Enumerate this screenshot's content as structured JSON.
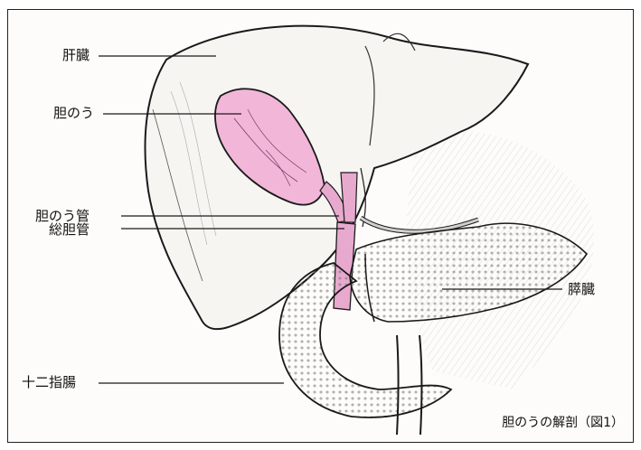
{
  "figure": {
    "caption": "胆のうの解剖（図1）",
    "labels": {
      "liver": "肝臓",
      "gallbladder": "胆のう",
      "cystic_duct": "胆のう管",
      "common_bile_duct": "総胆管",
      "pancreas": "膵臓",
      "duodenum": "十二指腸"
    },
    "colors": {
      "gallbladder": "#f2b6d8",
      "bile_duct": "#e8a9cf",
      "ink": "#1a1a1a"
    }
  }
}
